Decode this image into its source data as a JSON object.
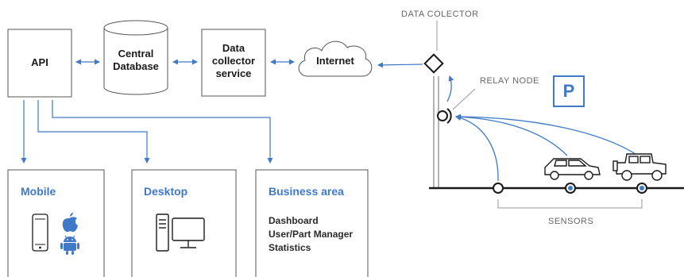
{
  "blocks": {
    "api": "API",
    "central_database": [
      "Central",
      "Database"
    ],
    "data_collector_service": [
      "Data",
      "collector",
      "service"
    ],
    "internet": "Internet"
  },
  "clients": {
    "mobile": {
      "title": "Mobile"
    },
    "desktop": {
      "title": "Desktop"
    },
    "business": {
      "title": "Business area",
      "items": [
        "Dashboard",
        "User/Part Manager",
        "Statistics"
      ]
    }
  },
  "field": {
    "data_collector": "DATA COLECTOR",
    "relay_node": "RELAY NODE",
    "parking_sign": "P",
    "sensors": "SENSORS"
  },
  "colors": {
    "accent": "#3f79c8",
    "line": "#1a1a1a",
    "box_border": "#555555"
  },
  "icons": [
    "phone-icon",
    "apple-icon",
    "android-icon",
    "desktop-computer-icon",
    "car-icon",
    "jeep-icon",
    "relay-node-icon",
    "data-collector-diamond-icon",
    "cloud-icon",
    "database-cylinder-icon"
  ]
}
